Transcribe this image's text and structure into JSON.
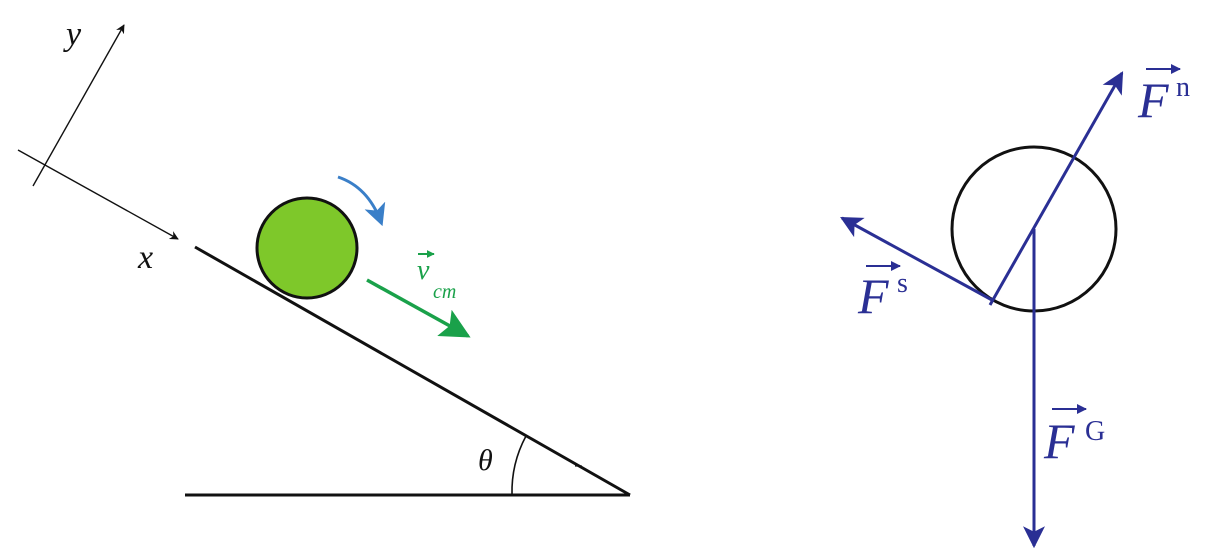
{
  "colors": {
    "black": "#111111",
    "ball_fill": "#7ec82a",
    "velocity": "#1aa14a",
    "rotation": "#3a7fc8",
    "force": "#2a2f94"
  },
  "left_figure": {
    "axis_y_label": "y",
    "axis_x_label": "x",
    "angle_label": "θ",
    "velocity_label": "v",
    "velocity_subscript": "cm"
  },
  "right_figure": {
    "forces": [
      {
        "symbol": "F",
        "superscript": "n"
      },
      {
        "symbol": "F",
        "superscript": "s"
      },
      {
        "symbol": "F",
        "superscript": "G"
      }
    ]
  }
}
